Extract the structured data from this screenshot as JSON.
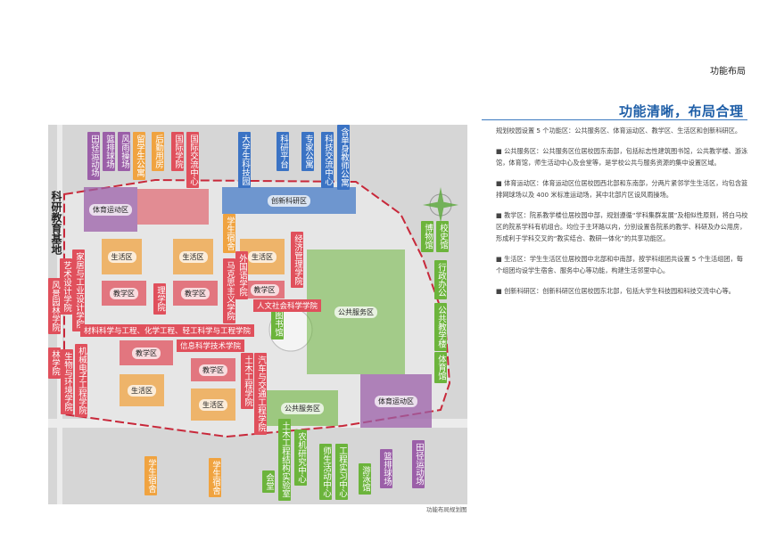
{
  "page_title": "功能布局",
  "heading": "功能清晰，布局合理",
  "paragraphs": [
    "规划校园设置 5 个功能区：公共服务区、体育运动区、教学区、生活区和创新科研区。",
    "■ 公共服务区：公共服务区位居校园东南部，包括标志性建筑图书馆，公共教学楼、游泳馆，体育馆，师生活动中心及会堂等，是学校公共与服务资源的集中设置区域。",
    "■ 体育运动区：体育运动区位居校园西北部和东南部，分两片紧邻学生生活区，均包含篮排网球场以及 400 米标准运动场，其中北部片区设风雨操场。",
    "■ 教学区：院系教学楼位居校园中部，规划遵循“学科集群发展”及相似性原则，将白马校区的院系学科有机组合。均位于主环路以内，分别设置各院系的教学、科研及办公用房，形成利于学科交叉的“教实结合、教研一体化”的共享功能区。",
    "■ 生活区：学生生活区位居校园中北部和中南部，按学科组团共设置 5 个生活组团，每个组团均设学生宿舍、服务中心等功能，构建生活邻里中心。",
    "■ 创新科研区：创新科研区位居校园东北部，包括大学生科技园和科技交流中心等。"
  ],
  "map_caption": "功能布局规划图",
  "side_label": "科研教育基地",
  "zones": {
    "sport_nw": "体育运动区",
    "innovation": "创新科研区",
    "living_1": "生活区",
    "living_2": "生活区",
    "living_3": "生活区",
    "living_4": "生活区",
    "living_5": "生活区",
    "teach_1": "教学区",
    "teach_2": "教学区",
    "teach_3": "教学区",
    "teach_4": "教学区",
    "teach_5": "教学区",
    "public_1": "公共服务区",
    "public_2": "公共服务区",
    "sport_se": "体育运动区"
  },
  "labels_top": [
    {
      "text": "田径运动场",
      "color": "#9b5fa8"
    },
    {
      "text": "篮排球场",
      "color": "#9b5fa8"
    },
    {
      "text": "风雨操场",
      "color": "#9b5fa8"
    },
    {
      "text": "留学生公寓",
      "color": "#f0a340"
    },
    {
      "text": "后勤用房",
      "color": "#f0a340"
    },
    {
      "text": "国际学院",
      "color": "#e0505c"
    },
    {
      "text": "国际交流中心",
      "color": "#e0505c"
    },
    {
      "text": "大学生科技园",
      "color": "#3b73c4"
    },
    {
      "text": "科研平台",
      "color": "#3b73c4"
    },
    {
      "text": "专家公寓",
      "color": "#3b73c4"
    },
    {
      "text": "科技交流中心",
      "color": "#3b73c4"
    },
    {
      "text": "含单身教师公寓",
      "color": "#3b73c4"
    }
  ],
  "labels_mid": [
    {
      "text": "学生宿舍",
      "color": "#f0a340"
    },
    {
      "text": "经济管理学院",
      "color": "#e0505c"
    },
    {
      "text": "马克思主义学院",
      "color": "#e0505c"
    },
    {
      "text": "外国语学院",
      "color": "#e0505c"
    },
    {
      "text": "理学院",
      "color": "#e0505c"
    },
    {
      "text": "家居与工业设计学院",
      "color": "#e0505c"
    },
    {
      "text": "艺术设计学院",
      "color": "#e0505c"
    },
    {
      "text": "风景园林学院",
      "color": "#e0505c"
    },
    {
      "text": "机械电子工程学院",
      "color": "#e0505c"
    },
    {
      "text": "生物与环境学院",
      "color": "#e0505c"
    },
    {
      "text": "林学院",
      "color": "#e0505c"
    },
    {
      "text": "土木工程学院",
      "color": "#e0505c"
    },
    {
      "text": "汽车与交通工程学院",
      "color": "#e0505c"
    },
    {
      "text": "图书馆",
      "color": "#6cb43c"
    },
    {
      "text": "博物馆",
      "color": "#6cb43c"
    },
    {
      "text": "校史馆",
      "color": "#6cb43c"
    },
    {
      "text": "行政办公",
      "color": "#6cb43c"
    },
    {
      "text": "公共教学楼",
      "color": "#6cb43c"
    },
    {
      "text": "体育馆",
      "color": "#6cb43c"
    }
  ],
  "labels_h": [
    {
      "text": "人文社会科学学院",
      "color": "#e0505c"
    },
    {
      "text": "材料科学与工程、化学工程、轻工科学与工程学院",
      "color": "#e0505c"
    },
    {
      "text": "信息科学技术学院",
      "color": "#e0505c"
    }
  ],
  "labels_bottom": [
    {
      "text": "学生宿舍",
      "color": "#f0a340"
    },
    {
      "text": "学生宿舍",
      "color": "#f0a340"
    },
    {
      "text": "会堂",
      "color": "#6cb43c"
    },
    {
      "text": "土木工程结构实验室",
      "color": "#6cb43c"
    },
    {
      "text": "农机研究中心",
      "color": "#6cb43c"
    },
    {
      "text": "师生活动中心",
      "color": "#6cb43c"
    },
    {
      "text": "工程实习中心",
      "color": "#6cb43c"
    },
    {
      "text": "游泳馆",
      "color": "#6cb43c"
    },
    {
      "text": "篮排球场",
      "color": "#9b5fa8"
    },
    {
      "text": "田径运动场",
      "color": "#9b5fa8"
    }
  ],
  "colors": {
    "sport": "#9b5fa8",
    "living": "#f0a340",
    "teaching": "#e0505c",
    "innovation": "#3b73c4",
    "public": "#6cb43c",
    "boundary": "#c8283a",
    "heading": "#1f5fa8"
  }
}
